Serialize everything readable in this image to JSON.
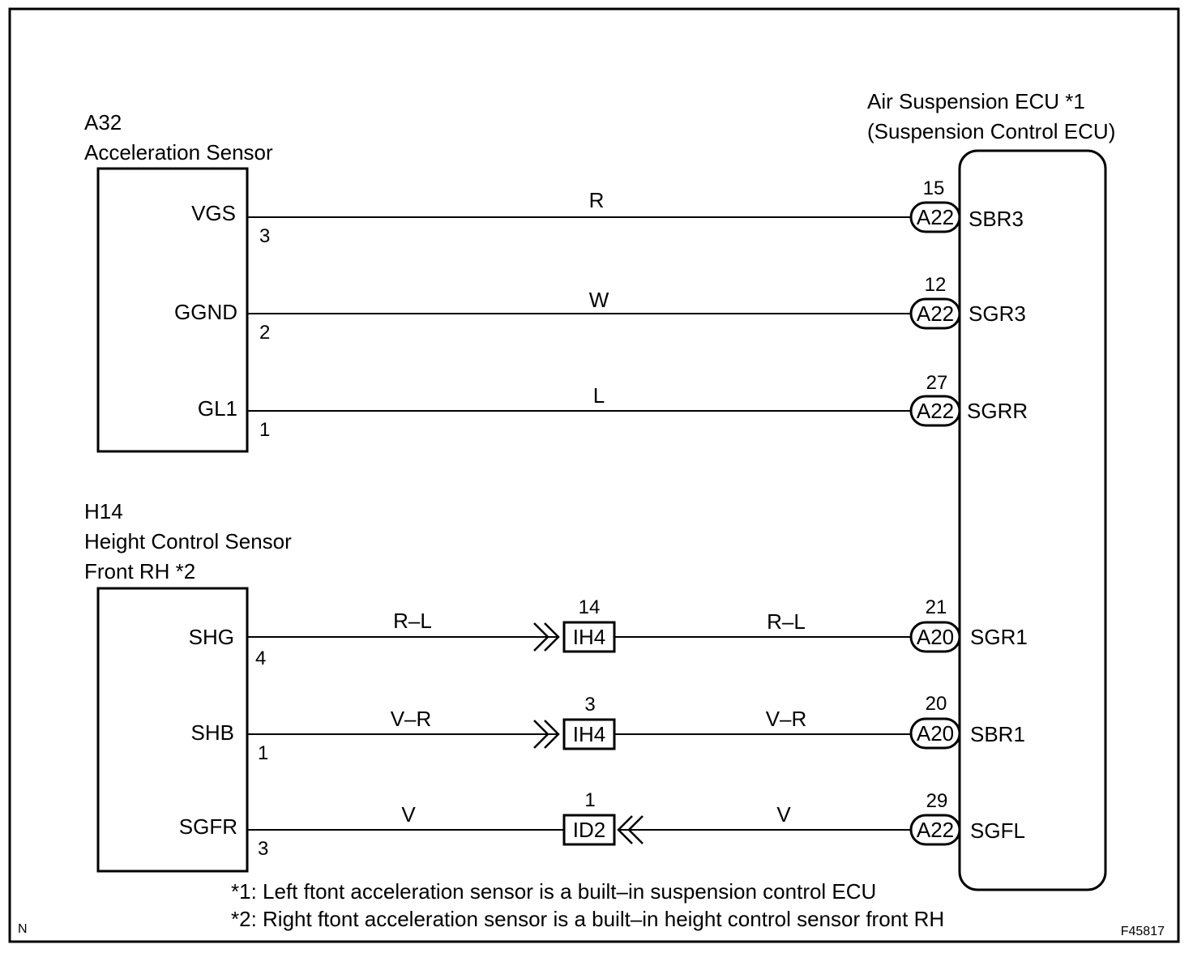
{
  "sensor_a": {
    "id": "A32",
    "name": "Acceleration Sensor",
    "terminals": [
      {
        "name": "VGS",
        "pin": "3"
      },
      {
        "name": "GGND",
        "pin": "2"
      },
      {
        "name": "GL1",
        "pin": "1"
      }
    ]
  },
  "sensor_h": {
    "id": "H14",
    "name": "Height Control Sensor",
    "name2": "Front RH *2",
    "terminals": [
      {
        "name": "SHG",
        "pin": "4"
      },
      {
        "name": "SHB",
        "pin": "1"
      },
      {
        "name": "SGFR",
        "pin": "3"
      }
    ]
  },
  "ecu": {
    "title": "Air Suspension ECU *1",
    "subtitle": "(Suspension Control ECU)",
    "terminals": [
      {
        "connector": "A22",
        "pin": "15",
        "name": "SBR3"
      },
      {
        "connector": "A22",
        "pin": "12",
        "name": "SGR3"
      },
      {
        "connector": "A22",
        "pin": "27",
        "name": "SGRR"
      },
      {
        "connector": "A20",
        "pin": "21",
        "name": "SGR1"
      },
      {
        "connector": "A20",
        "pin": "20",
        "name": "SBR1"
      },
      {
        "connector": "A22",
        "pin": "29",
        "name": "SGFL"
      }
    ]
  },
  "wires": [
    {
      "left": "R",
      "right": ""
    },
    {
      "left": "W",
      "right": ""
    },
    {
      "left": "L",
      "right": ""
    },
    {
      "left": "R–L",
      "right": "R–L"
    },
    {
      "left": "V–R",
      "right": "V–R"
    },
    {
      "left": "V",
      "right": "V"
    }
  ],
  "junctions": [
    {
      "connector": "IH4",
      "pin": "14"
    },
    {
      "connector": "IH4",
      "pin": "3"
    },
    {
      "connector": "ID2",
      "pin": "1"
    }
  ],
  "footnotes": {
    "note1": "*1: Left ftont acceleration sensor is a built–in suspension control ECU",
    "note2": "*2: Right ftont acceleration sensor is a built–in height control sensor front RH"
  },
  "corner_mark": "N",
  "figure_code": "F45817"
}
